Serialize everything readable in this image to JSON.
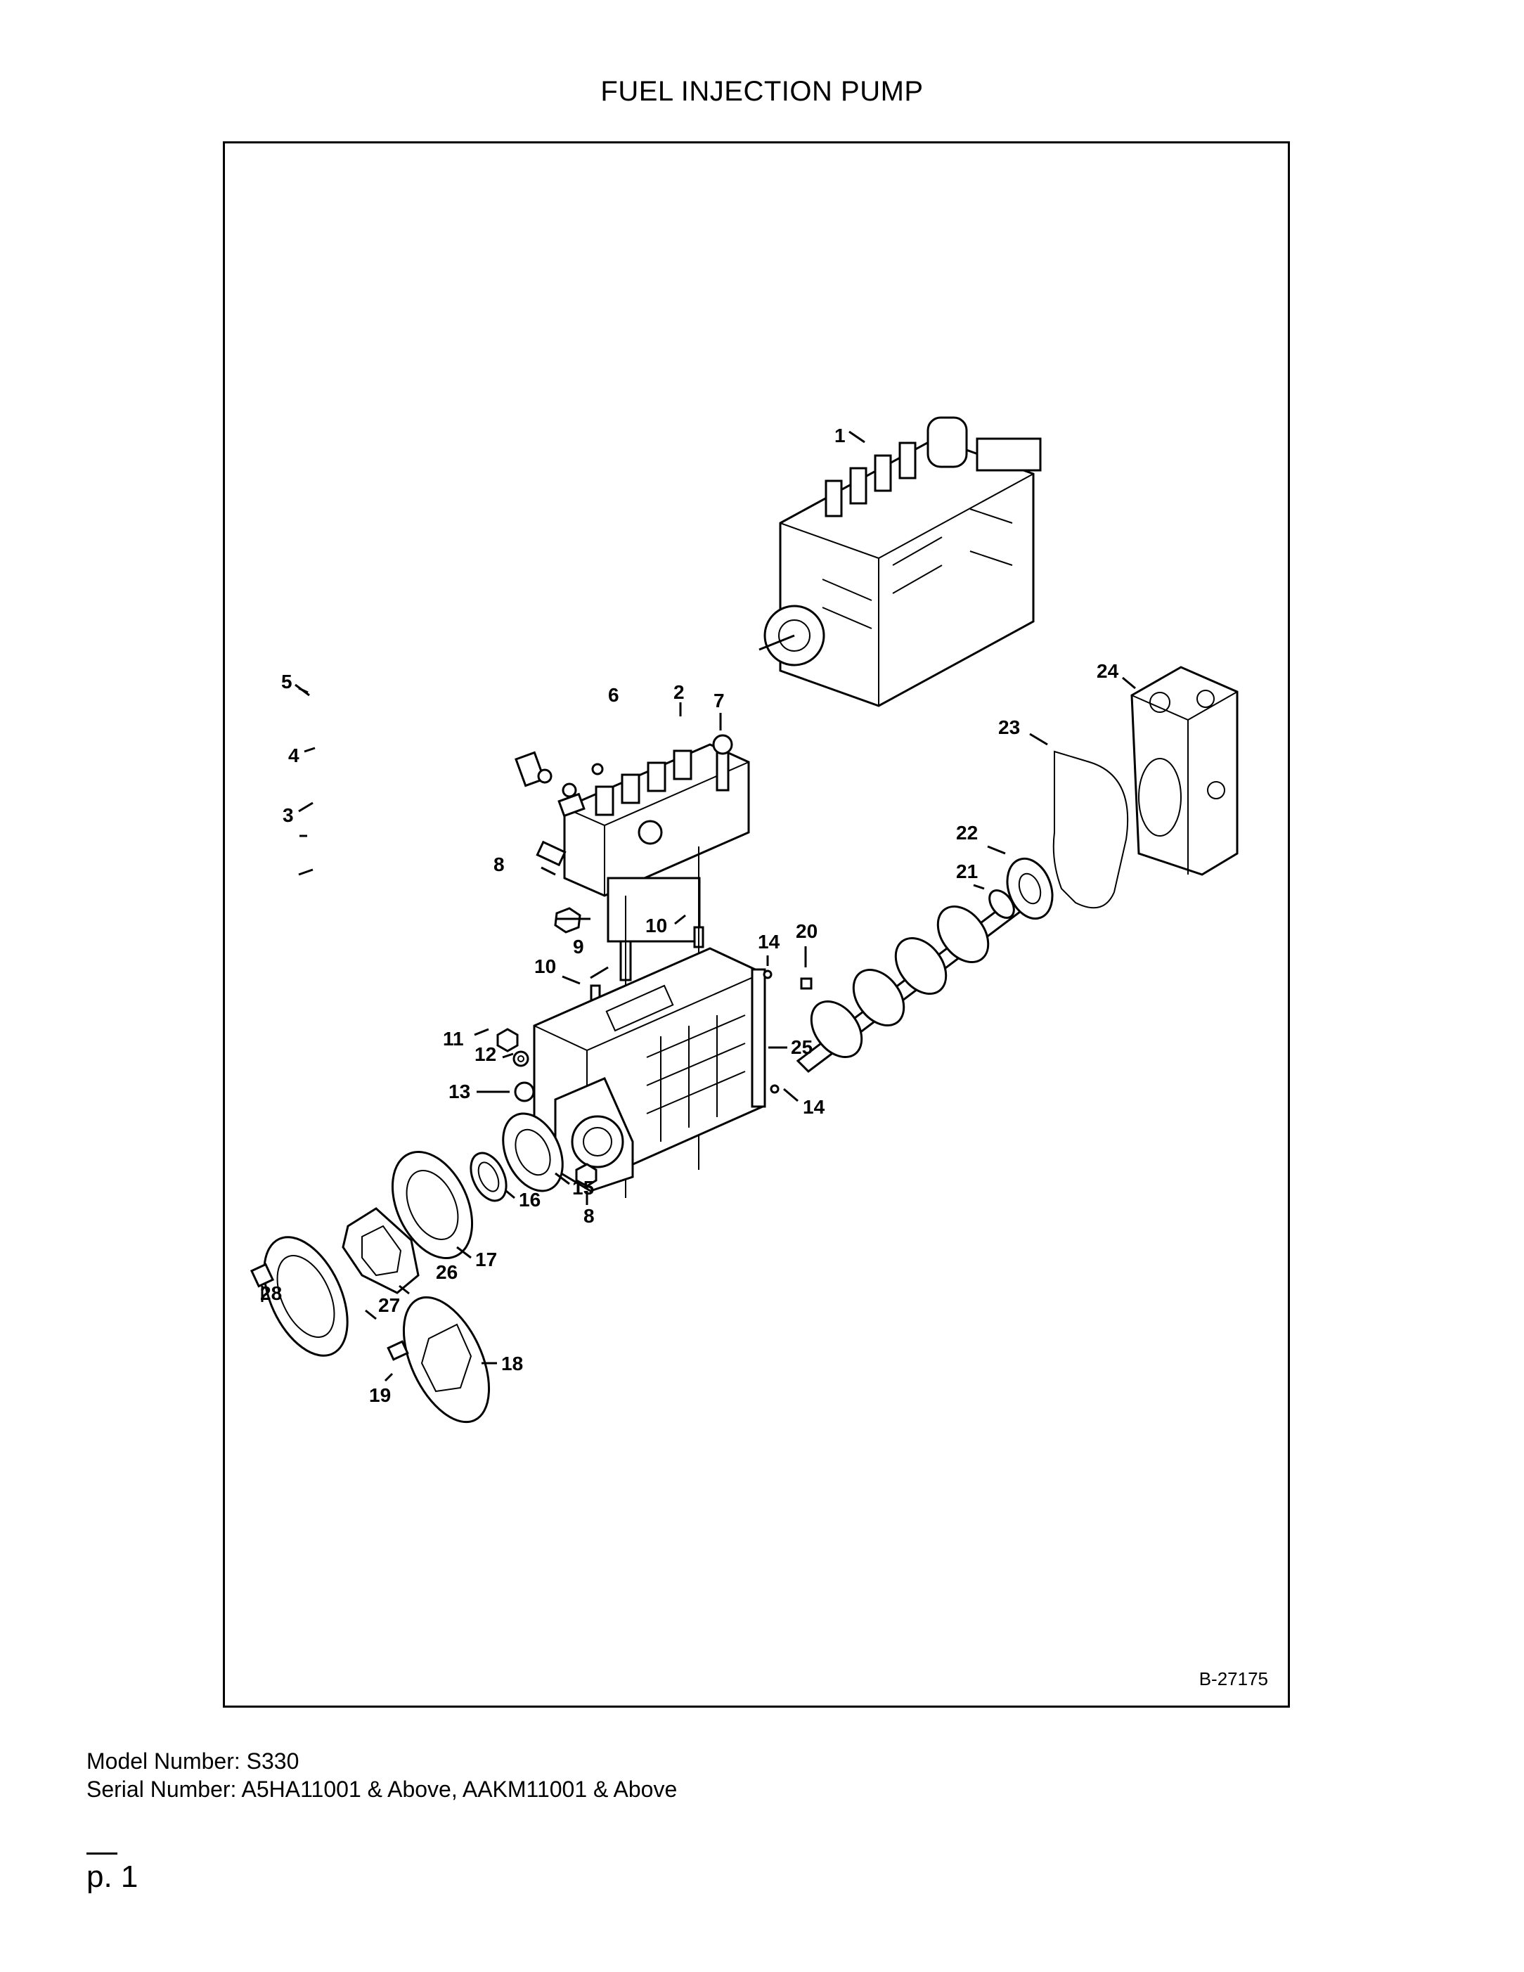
{
  "page": {
    "title": "FUEL INJECTION PUMP",
    "figure_number": "B-27175",
    "model_line": "Model Number: S330",
    "serial_line": "Serial Number: A5HA11001 & Above, AAKM11001 & Above",
    "page_label": "p. 1"
  },
  "callouts": [
    "1",
    "2",
    "3",
    "4",
    "5",
    "6",
    "7",
    "8",
    "9",
    "10",
    "10",
    "11",
    "12",
    "13",
    "14",
    "14",
    "15",
    "16",
    "17",
    "18",
    "19",
    "20",
    "21",
    "22",
    "23",
    "24",
    "25",
    "26",
    "27",
    "28",
    "8"
  ]
}
